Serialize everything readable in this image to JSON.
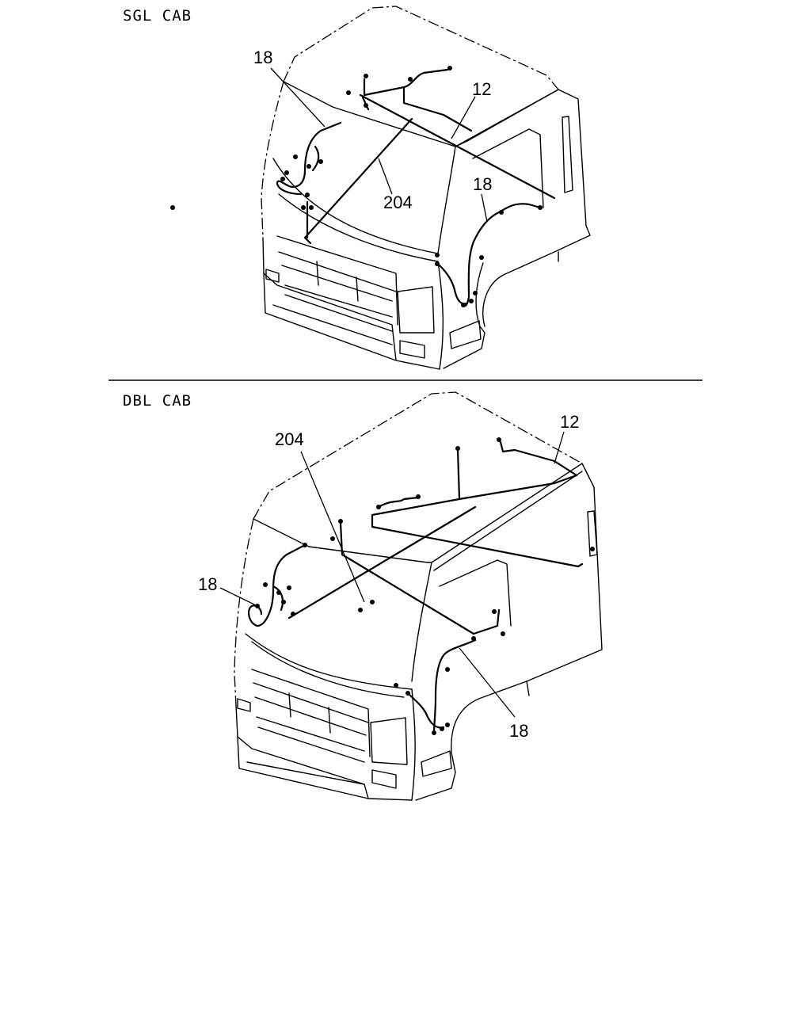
{
  "sections": [
    {
      "label": "SGL CAB",
      "callouts": [
        "18",
        "12",
        "204",
        "18"
      ]
    },
    {
      "label": "DBL CAB",
      "callouts": [
        "204",
        "12",
        "18",
        "18"
      ]
    }
  ]
}
